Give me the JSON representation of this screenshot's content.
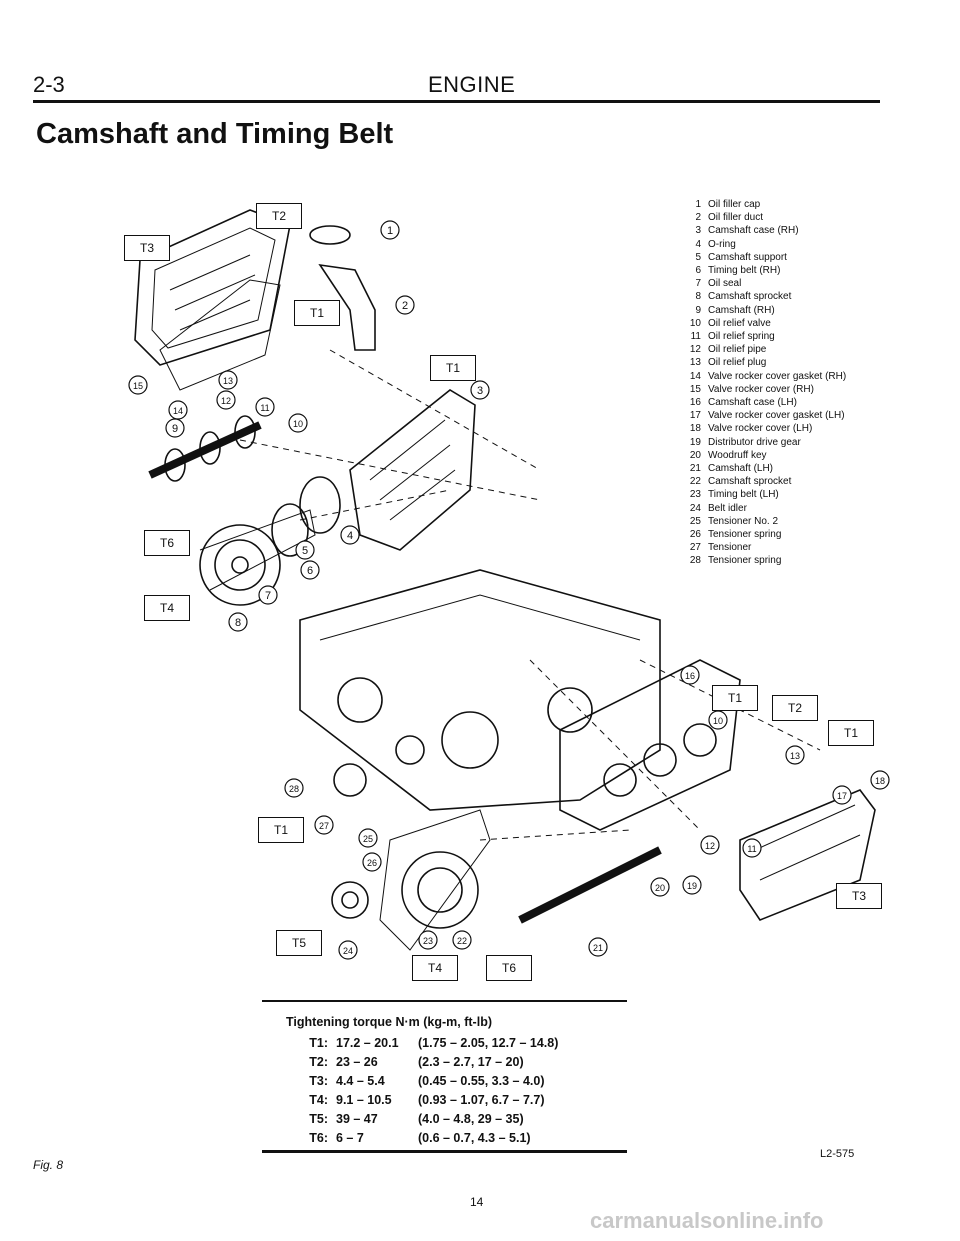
{
  "header": {
    "section": "2-3",
    "chapter": "ENGINE"
  },
  "title": "Camshaft and Timing Belt",
  "parts": [
    {
      "no": "1",
      "name": "Oil filler cap"
    },
    {
      "no": "2",
      "name": "Oil filler duct"
    },
    {
      "no": "3",
      "name": "Camshaft case (RH)"
    },
    {
      "no": "4",
      "name": "O-ring"
    },
    {
      "no": "5",
      "name": "Camshaft support"
    },
    {
      "no": "6",
      "name": "Timing belt (RH)"
    },
    {
      "no": "7",
      "name": "Oil seal"
    },
    {
      "no": "8",
      "name": "Camshaft sprocket"
    },
    {
      "no": "9",
      "name": "Camshaft (RH)"
    },
    {
      "no": "10",
      "name": "Oil relief valve"
    },
    {
      "no": "11",
      "name": "Oil relief spring"
    },
    {
      "no": "12",
      "name": "Oil relief pipe"
    },
    {
      "no": "13",
      "name": "Oil relief plug"
    },
    {
      "no": "14",
      "name": "Valve rocker cover gasket (RH)"
    },
    {
      "no": "15",
      "name": "Valve rocker cover (RH)"
    },
    {
      "no": "16",
      "name": "Camshaft case (LH)"
    },
    {
      "no": "17",
      "name": "Valve rocker cover gasket (LH)"
    },
    {
      "no": "18",
      "name": "Valve rocker cover (LH)"
    },
    {
      "no": "19",
      "name": "Distributor drive gear"
    },
    {
      "no": "20",
      "name": "Woodruff key"
    },
    {
      "no": "21",
      "name": "Camshaft (LH)"
    },
    {
      "no": "22",
      "name": "Camshaft sprocket"
    },
    {
      "no": "23",
      "name": "Timing belt (LH)"
    },
    {
      "no": "24",
      "name": "Belt idler"
    },
    {
      "no": "25",
      "name": "Tensioner No. 2"
    },
    {
      "no": "26",
      "name": "Tensioner spring"
    },
    {
      "no": "27",
      "name": "Tensioner"
    },
    {
      "no": "28",
      "name": "Tensioner spring"
    }
  ],
  "diagram": {
    "torque_tags": [
      "T2",
      "T3",
      "T1",
      "T1",
      "T6",
      "T4",
      "T1",
      "T2",
      "T1",
      "T1",
      "T3",
      "T5",
      "T4",
      "T6"
    ],
    "callouts": [
      "1",
      "2",
      "3",
      "4",
      "5",
      "6",
      "7",
      "8",
      "9",
      "10",
      "11",
      "12",
      "13",
      "14",
      "15",
      "16",
      "10",
      "13",
      "17",
      "18",
      "12",
      "11",
      "19",
      "20",
      "21",
      "22",
      "23",
      "24",
      "25",
      "26",
      "27",
      "28"
    ]
  },
  "torque": {
    "heading": "Tightening torque N·m (kg-m, ft-lb)",
    "rows": [
      {
        "label": "T1:",
        "nm": "17.2 – 20.1",
        "other": "(1.75 – 2.05, 12.7 – 14.8)"
      },
      {
        "label": "T2:",
        "nm": "23 – 26",
        "other": "(2.3 – 2.7, 17 – 20)"
      },
      {
        "label": "T3:",
        "nm": "4.4 – 5.4",
        "other": "(0.45 – 0.55, 3.3 – 4.0)"
      },
      {
        "label": "T4:",
        "nm": "9.1 – 10.5",
        "other": "(0.93 – 1.07, 6.7 – 7.7)"
      },
      {
        "label": "T5:",
        "nm": "39 – 47",
        "other": "(4.0 – 4.8, 29 – 35)"
      },
      {
        "label": "T6:",
        "nm": "6 – 7",
        "other": "(0.6 – 0.7, 4.3 – 5.1)"
      }
    ]
  },
  "footer": {
    "figure": "Fig. 8",
    "ref": "L2-575",
    "page": "14",
    "watermark": "carmanualsonline.info"
  }
}
